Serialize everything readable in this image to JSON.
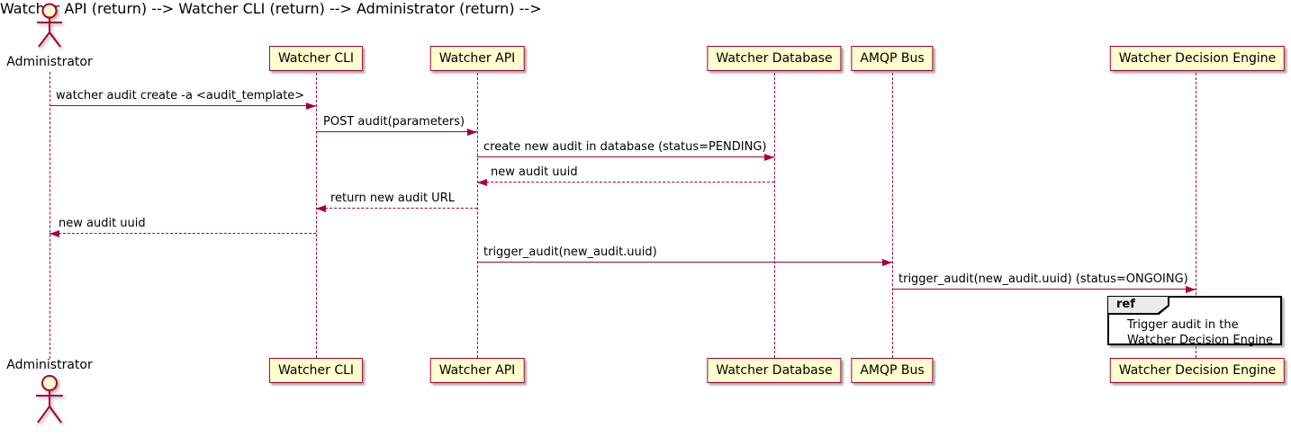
{
  "diagram_type": "plantuml-sequence",
  "colors": {
    "participant_fill": "#FEFECE",
    "participant_border": "#A80036",
    "line": "#A80036",
    "text": "#000000",
    "ref_border": "#000000",
    "ref_header_fill": "#EBEBEB",
    "background": "#FFFFFF"
  },
  "actor": {
    "name": "Administrator"
  },
  "participants": [
    {
      "label": "Watcher CLI"
    },
    {
      "label": "Watcher API"
    },
    {
      "label": "Watcher Database"
    },
    {
      "label": "AMQP Bus"
    },
    {
      "label": "Watcher Decision Engine"
    }
  ],
  "messages": [
    {
      "from": "Administrator",
      "to": "Watcher CLI",
      "label": "watcher audit create -a <audit_template>",
      "style": "solid"
    },
    {
      "from": "Watcher CLI",
      "to": "Watcher API",
      "label": "POST audit(parameters)",
      "style": "solid"
    },
    {
      "from": "Watcher API",
      "to": "Watcher Database",
      "label": "create new audit in database (status=PENDING)",
      "style": "solid"
    },
    {
      "from": "Watcher Database",
      "to": "Watcher API",
      "label": "new audit uuid",
      "style": "dashed"
    },
    {
      "from": "Watcher API",
      "to": "Watcher CLI",
      "label": "return new audit URL",
      "style": "dashed"
    },
    {
      "from": "Watcher CLI",
      "to": "Administrator",
      "label": "new audit uuid",
      "style": "dashed"
    },
    {
      "from": "Watcher API",
      "to": "AMQP Bus",
      "label": "trigger_audit(new_audit.uuid)",
      "style": "solid"
    },
    {
      "from": "AMQP Bus",
      "to": "Watcher Decision Engine",
      "label": "trigger_audit(new_audit.uuid) (status=ONGOING)",
      "style": "solid"
    }
  ],
  "ref": {
    "keyword": "ref",
    "line1": "Trigger audit in the",
    "line2": "Watcher Decision Engine"
  }
}
